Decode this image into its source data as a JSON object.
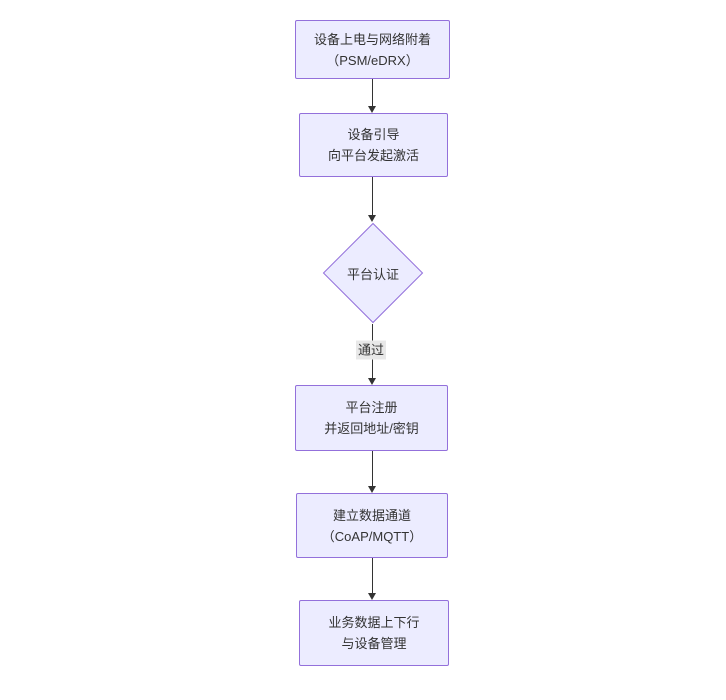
{
  "diagram": {
    "type": "flowchart",
    "direction": "top-down",
    "nodes": [
      {
        "id": "power-network-attach",
        "shape": "rect",
        "line1": "设备上电与网络附着",
        "line2": "（PSM/eDRX）"
      },
      {
        "id": "device-bootstrap",
        "shape": "rect",
        "line1": "设备引导",
        "line2": "向平台发起激活"
      },
      {
        "id": "platform-auth",
        "shape": "diamond",
        "line1": "平台认证",
        "line2": ""
      },
      {
        "id": "platform-register",
        "shape": "rect",
        "line1": "平台注册",
        "line2": "并返回地址/密钥"
      },
      {
        "id": "data-channel",
        "shape": "rect",
        "line1": "建立数据通道",
        "line2": "（CoAP/MQTT）"
      },
      {
        "id": "business-data",
        "shape": "rect",
        "line1": "业务数据上下行",
        "line2": "与设备管理"
      }
    ],
    "edge_labels": {
      "auth-pass": "通过"
    },
    "colors": {
      "node_fill": "#ECECFF",
      "node_border": "#9370DB",
      "text": "#333333",
      "arrow": "#333333",
      "edge_label_bg": "#e8e8e8",
      "background": "#ffffff"
    }
  }
}
